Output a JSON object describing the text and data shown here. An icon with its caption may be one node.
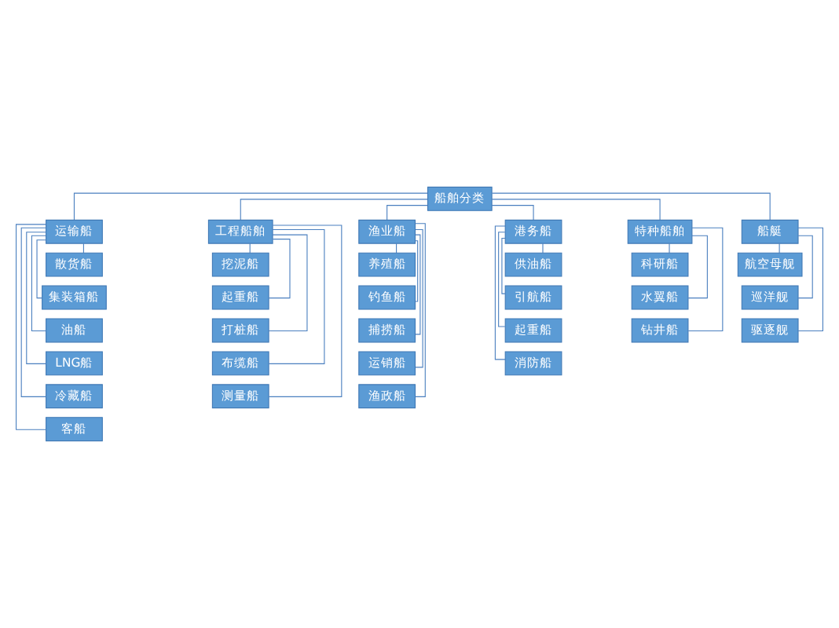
{
  "diagram": {
    "nodes": [
      {
        "text": [
          "船舶分类"
        ]
      },
      {
        "text": [
          "运输船"
        ]
      },
      {
        "text": [
          "工程船舶"
        ]
      },
      {
        "text": [
          "渔业船"
        ]
      },
      {
        "text": [
          "港务船"
        ]
      },
      {
        "text": [
          "特种船舶"
        ]
      },
      {
        "text": [
          "船艇"
        ]
      },
      {
        "text": [
          "散货船"
        ]
      },
      {
        "text": [
          "集装箱船"
        ]
      },
      {
        "text": [
          "油船"
        ]
      },
      {
        "text": [
          "LNG船"
        ]
      },
      {
        "text": [
          "冷藏船"
        ]
      },
      {
        "text": [
          "客船"
        ]
      },
      {
        "text": [
          "挖泥船"
        ]
      },
      {
        "text": [
          "起重船"
        ]
      },
      {
        "text": [
          "打桩船"
        ]
      },
      {
        "text": [
          "布缆船"
        ]
      },
      {
        "text": [
          "测量船"
        ]
      },
      {
        "text": [
          "养殖船"
        ]
      },
      {
        "text": [
          "钓鱼船"
        ]
      },
      {
        "text": [
          "捕捞船"
        ]
      },
      {
        "text": [
          "运销船"
        ]
      },
      {
        "text": [
          "渔政船"
        ]
      },
      {
        "text": [
          "供油船"
        ]
      },
      {
        "text": [
          "引航船"
        ]
      },
      {
        "text": [
          "起重船"
        ]
      },
      {
        "text": [
          "消防船"
        ]
      },
      {
        "text": [
          "科研船"
        ]
      },
      {
        "text": [
          "水翼船"
        ]
      },
      {
        "text": [
          "钻井船"
        ]
      },
      {
        "text": [
          "航空母舰"
        ]
      },
      {
        "text": [
          "巡洋舰"
        ]
      },
      {
        "text": [
          "驱逐舰"
        ]
      }
    ],
    "edges": [
      {
        "from": 0,
        "to": 1,
        "arrow": "none"
      },
      {
        "from": 0,
        "to": 2,
        "arrow": "none"
      },
      {
        "from": 0,
        "to": 3,
        "arrow": "none"
      },
      {
        "from": 0,
        "to": 4,
        "arrow": "none"
      },
      {
        "from": 0,
        "to": 5,
        "arrow": "none"
      },
      {
        "from": 0,
        "to": 6,
        "arrow": "none"
      },
      {
        "from": 1,
        "to": 7,
        "arrow": "none"
      },
      {
        "from": 1,
        "to": 8,
        "arrow": "none"
      },
      {
        "from": 1,
        "to": 9,
        "arrow": "none"
      },
      {
        "from": 1,
        "to": 10,
        "arrow": "none"
      },
      {
        "from": 1,
        "to": 11,
        "arrow": "none"
      },
      {
        "from": 1,
        "to": 12,
        "arrow": "none"
      },
      {
        "from": 2,
        "to": 13,
        "arrow": "none"
      },
      {
        "from": 2,
        "to": 14,
        "arrow": "none"
      },
      {
        "from": 2,
        "to": 15,
        "arrow": "none"
      },
      {
        "from": 2,
        "to": 16,
        "arrow": "none"
      },
      {
        "from": 2,
        "to": 17,
        "arrow": "none"
      },
      {
        "from": 3,
        "to": 18,
        "arrow": "none"
      },
      {
        "from": 3,
        "to": 19,
        "arrow": "none"
      },
      {
        "from": 3,
        "to": 20,
        "arrow": "none"
      },
      {
        "from": 3,
        "to": 21,
        "arrow": "none"
      },
      {
        "from": 3,
        "to": 22,
        "arrow": "none"
      },
      {
        "from": 4,
        "to": 23,
        "arrow": "none"
      },
      {
        "from": 4,
        "to": 24,
        "arrow": "none"
      },
      {
        "from": 4,
        "to": 25,
        "arrow": "none"
      },
      {
        "from": 4,
        "to": 26,
        "arrow": "none"
      },
      {
        "from": 5,
        "to": 27,
        "arrow": "none"
      },
      {
        "from": 5,
        "to": 28,
        "arrow": "none"
      },
      {
        "from": 5,
        "to": 29,
        "arrow": "none"
      },
      {
        "from": 6,
        "to": 30,
        "arrow": "none"
      },
      {
        "from": 6,
        "to": 31,
        "arrow": "none"
      },
      {
        "from": 6,
        "to": 32,
        "arrow": "none"
      }
    ]
  }
}
